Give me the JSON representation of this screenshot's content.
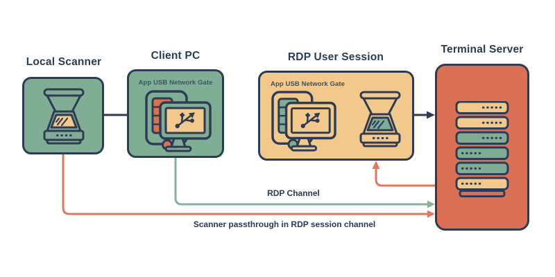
{
  "diagram": {
    "type": "network-architecture",
    "nodes": {
      "local_scanner": {
        "label": "Local Scanner"
      },
      "client_pc": {
        "label": "Client PC",
        "app_label": "App USB Network Gate"
      },
      "rdp_session": {
        "label": "RDP User Session",
        "app_label": "App USB Network Gate"
      },
      "terminal_server": {
        "label": "Terminal Server"
      }
    },
    "connections": {
      "scanner_to_client": {
        "label": "",
        "style": "plain-line"
      },
      "rdp_to_server": {
        "label": "",
        "style": "dark-arrow"
      },
      "rdp_channel": {
        "label": "RDP Channel",
        "from": "Client PC",
        "to": "Terminal Server"
      },
      "scanner_passthrough": {
        "label": "Scanner passthrough in RDP session channel",
        "from": "Local Scanner",
        "to": "Terminal Server"
      },
      "server_to_rdp_return": {
        "label": "",
        "from": "Terminal Server",
        "to": "RDP User Session"
      }
    },
    "icons": {
      "local_scanner_icon": "flatbed-scanner",
      "client_pc_icon": "monitor-with-usb-symbol",
      "rdp_monitor_icon": "monitor-with-usb-symbol",
      "rdp_scanner_icon": "flatbed-scanner",
      "terminal_server_icon": "server-rack-6-units"
    },
    "colors": {
      "outline_navy": "#2D3B54",
      "box_green": "#7FAE94",
      "box_tan": "#F3C98B",
      "box_coral": "#DC7055",
      "arrow_green": "#85B49B",
      "arrow_coral": "#E0785E",
      "text": "#2B3A55",
      "background": "#FFFFFF"
    }
  }
}
